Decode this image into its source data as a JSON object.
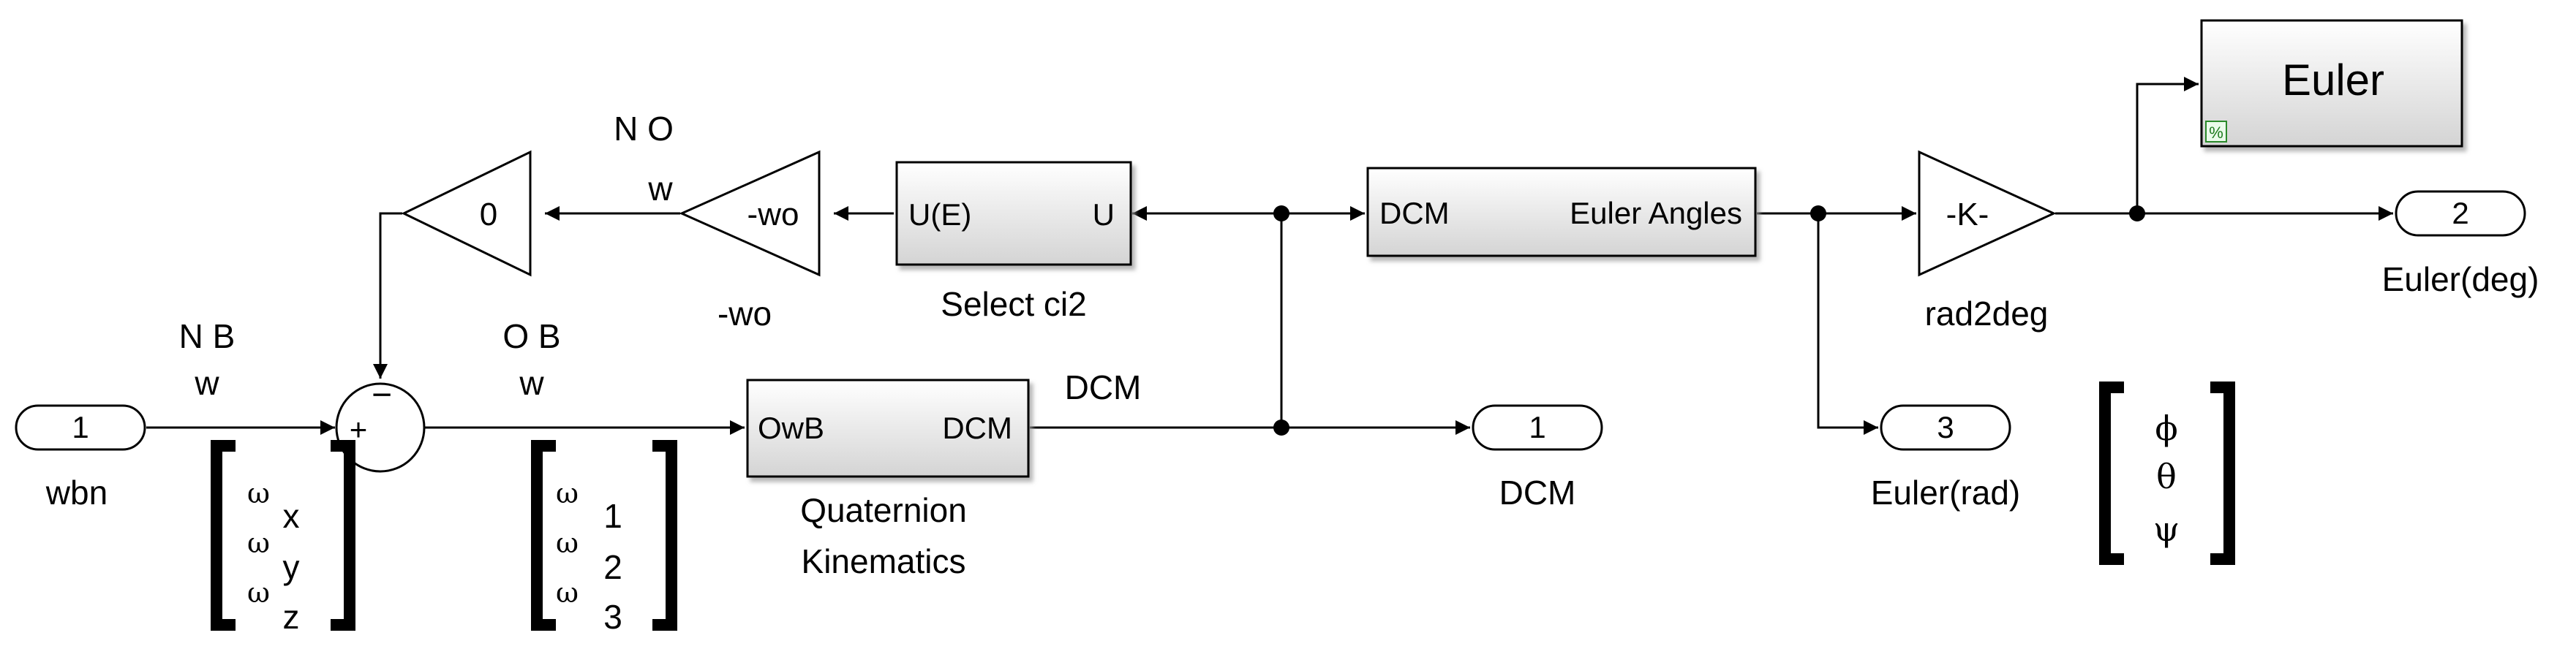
{
  "diagram": {
    "inport_wbn": {
      "number": "1",
      "label": "wbn"
    },
    "outport_dcm": {
      "number": "1",
      "label": "DCM"
    },
    "outport_euler_deg": {
      "number": "2",
      "label": "Euler(deg)"
    },
    "outport_euler_rad": {
      "number": "3",
      "label": "Euler(rad)"
    },
    "gain_zero": {
      "text": "0"
    },
    "gain_wo": {
      "text": "-wo",
      "label": "-wo"
    },
    "gain_rad2deg": {
      "text": "-K-",
      "label": "rad2deg"
    },
    "select_block": {
      "in_port": "U(E)",
      "out_port": "U",
      "label": "Select ci2"
    },
    "dcm_euler_block": {
      "in_port": "DCM",
      "out_port": "Euler Angles"
    },
    "quat_block": {
      "in_port": "OwB",
      "out_port": "DCM",
      "label_line1": "Quaternion",
      "label_line2": "Kinematics"
    },
    "euler_scope": {
      "text": "Euler",
      "badge": "%"
    },
    "sum_block": {
      "minus_sign": "−",
      "plus_sign": "+"
    },
    "annotations": {
      "wno_sup": "N  O",
      "wno_w": "w",
      "wnb_sup": "N B",
      "wnb_w": "w",
      "wob_sup": "O B",
      "wob_w": "w",
      "dcm_signal": "DCM"
    },
    "matrix_wbn": {
      "omegas": [
        "ω",
        "ω",
        "ω"
      ],
      "subs": [
        "x",
        "y",
        "z"
      ]
    },
    "matrix_wob": {
      "omegas": [
        "ω",
        "ω",
        "ω"
      ],
      "subs": [
        "1",
        "2",
        "3"
      ]
    },
    "matrix_euler": {
      "symbols": [
        "ϕ",
        "θ",
        "ψ"
      ]
    }
  }
}
